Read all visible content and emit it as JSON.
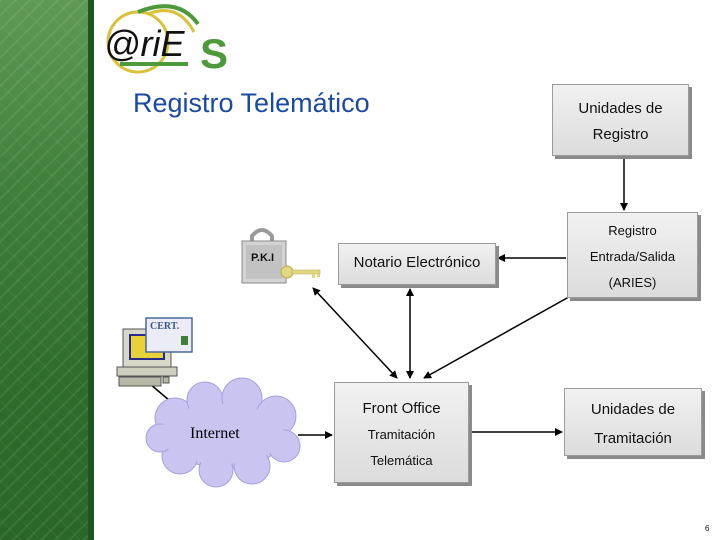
{
  "logo": {
    "text": "@riES"
  },
  "title": "Registro Telemático",
  "nodes": {
    "unidades_registro": [
      "Unidades de",
      "Registro"
    ],
    "registro_es": [
      "Registro",
      "Entrada/Salida",
      "(ARIES)"
    ],
    "notario": "Notario Electrónico",
    "front_office": [
      "Front Office",
      "Tramitación",
      "Telemática"
    ],
    "unidades_tramitacion": [
      "Unidades de",
      "Tramitación"
    ],
    "pki": "P.K.I",
    "cert": "CERT.",
    "internet": "Internet"
  },
  "page_number": "6",
  "colors": {
    "title_blue": "#1b4aa0",
    "sidebar_green": "#3f7f3a",
    "cloud": "#c9c4f0",
    "box_fill": "#e6e6e6",
    "logo_green": "#4d9a3c",
    "logo_yellow": "#d9c23a"
  },
  "icons": [
    "pki-lock-icon",
    "key-icon",
    "computer-icon",
    "certificate-icon",
    "internet-cloud-icon"
  ]
}
